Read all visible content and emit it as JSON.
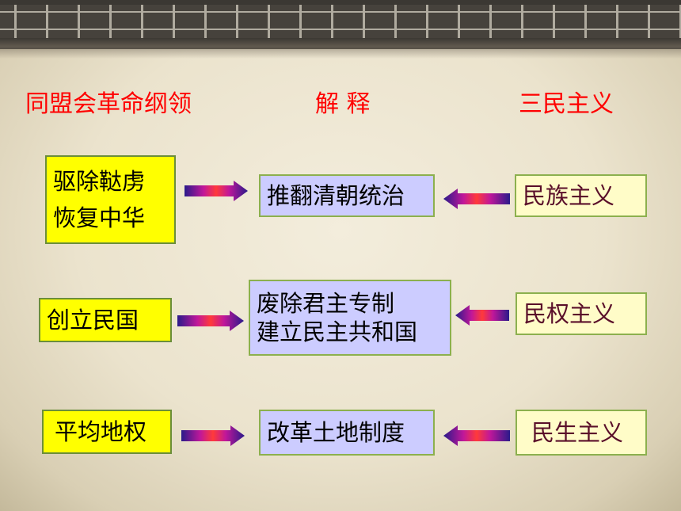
{
  "headings": {
    "program": "同盟会革命纲领",
    "explanation": "解 释",
    "three_principles": "三民主义"
  },
  "rows": [
    {
      "program_lines": [
        "驱除鞑虏",
        "恢复中华"
      ],
      "explanation_lines": [
        "推翻清朝统治"
      ],
      "principle": "民族主义"
    },
    {
      "program_lines": [
        "创立民国"
      ],
      "explanation_lines": [
        "废除君主专制",
        "建立民主共和国"
      ],
      "principle": "民权主义"
    },
    {
      "program_lines": [
        "平均地权"
      ],
      "explanation_lines": [
        "改革土地制度"
      ],
      "principle": "民生主义"
    }
  ],
  "colors": {
    "heading": "#ff0000",
    "program_box": "#ffff00",
    "explanation_box": "#ccccff",
    "principle_box": "#fffcc8",
    "principle_text": "#5a0f2a"
  }
}
